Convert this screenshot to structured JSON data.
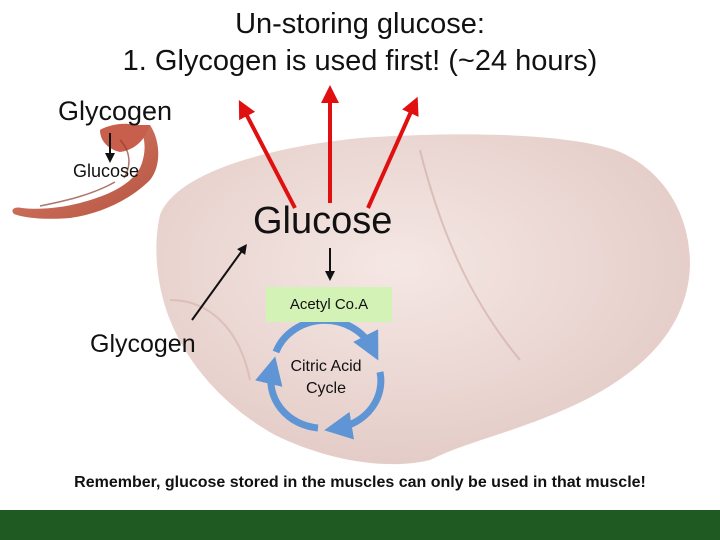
{
  "title": {
    "line1": "Un-storing glucose:",
    "line2": "1.  Glycogen is used first! (~24 hours)"
  },
  "labels": {
    "glycogen_muscle": "Glycogen",
    "glucose_muscle": "Glucose",
    "glucose_main": "Glucose",
    "acetyl_coa": "Acetyl Co.A",
    "glycogen_liver": "Glycogen",
    "cycle_line1": "Citric Acid",
    "cycle_line2": "Cycle"
  },
  "note": "Remember, glucose stored in the muscles can only be used in that muscle!",
  "colors": {
    "liver": "#e6cfcb",
    "arm": "#c96654",
    "red_arrow": "#e01010",
    "acetyl_box": "#d3f2b6",
    "cycle_ring": "#5f95d4",
    "footer": "#1e5a22"
  }
}
